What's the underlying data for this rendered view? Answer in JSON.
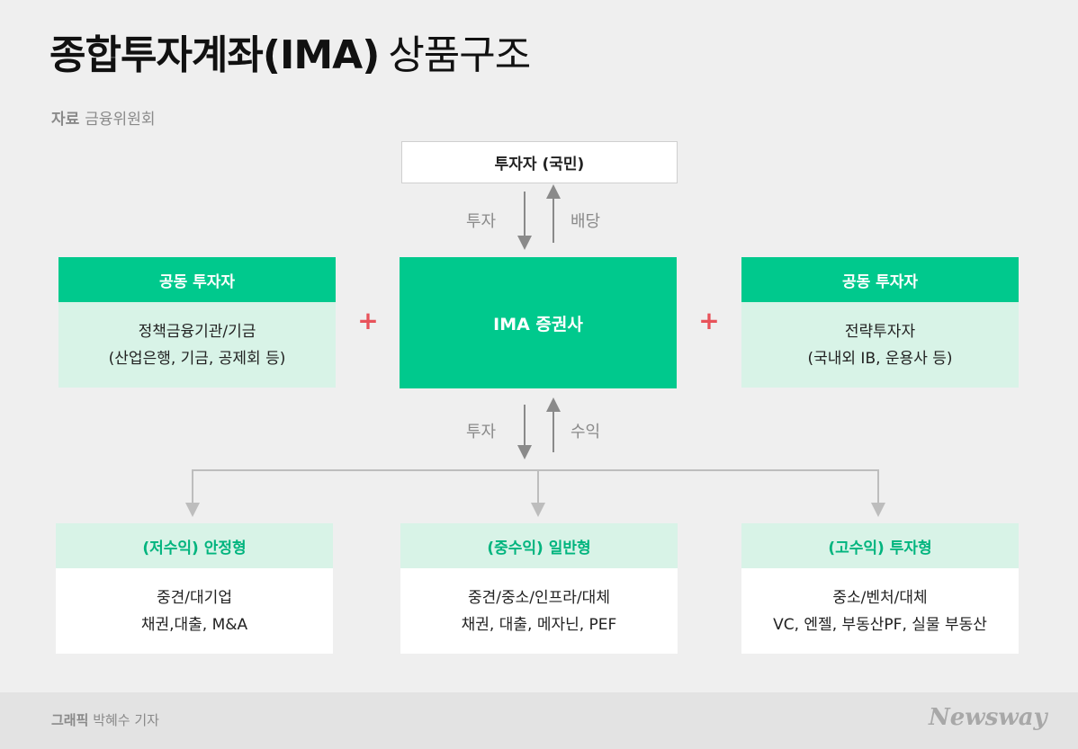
{
  "title": {
    "bold": "종합투자계좌(IMA)",
    "light": "상품구조"
  },
  "source": {
    "label": "자료",
    "value": "금융위원회"
  },
  "investor": "투자자 (국민)",
  "top_flow": {
    "down": "투자",
    "up": "배당"
  },
  "left_partner": {
    "header": "공동 투자자",
    "line1": "정책금융기관/기금",
    "line2": "(산업은행, 기금, 공제회 등)"
  },
  "right_partner": {
    "header": "공동 투자자",
    "line1": "전략투자자",
    "line2": "(국내외 IB, 운용사 등)"
  },
  "plus": "+",
  "ima": "IMA 증권사",
  "bottom_flow": {
    "down": "투자",
    "up": "수익"
  },
  "tiers": [
    {
      "header": "(저수익) 안정형",
      "line1": "중견/대기업",
      "line2": "채권,대출, M&A"
    },
    {
      "header": "(중수익) 일반형",
      "line1": "중견/중소/인프라/대체",
      "line2": "채권, 대출, 메자닌, PEF"
    },
    {
      "header": "(고수익) 투자형",
      "line1": "중소/벤처/대체",
      "line2": "VC, 엔젤, 부동산PF, 실물 부동산"
    }
  ],
  "credit": {
    "label": "그래픽",
    "value": "박혜수 기자"
  },
  "logo": "Newsway",
  "colors": {
    "accent_green": "#00c98d",
    "light_green": "#d8f3e7",
    "plus_red": "#e8525a",
    "arrow_gray": "#8a8a8a"
  }
}
